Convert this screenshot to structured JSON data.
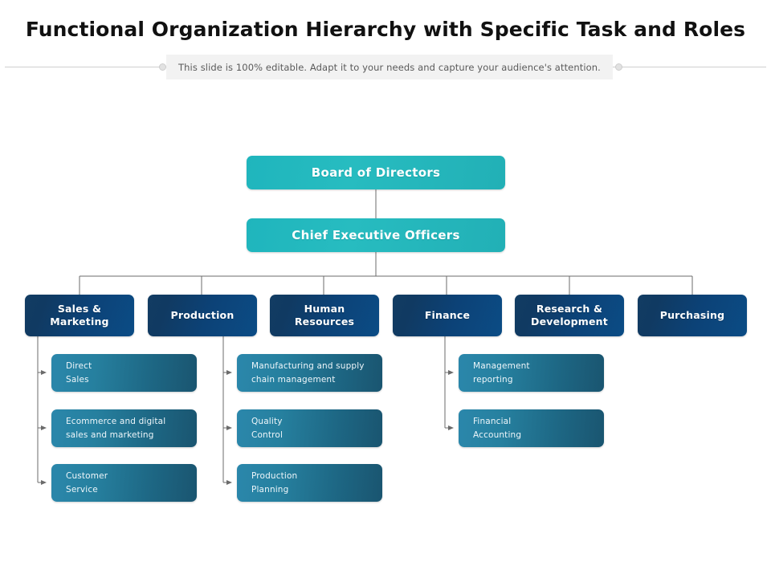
{
  "header": {
    "title": "Functional Organization Hierarchy with Specific Task and Roles",
    "subtitle": "This slide is 100% editable. Adapt it to your needs and capture  your audience's attention."
  },
  "colors": {
    "teal_top": "#22b0b6",
    "navy_department": "#0c4277",
    "blue_task": "#226f8f",
    "connector": "#6b6b6b",
    "subtitle_bar": "#f2f2f2",
    "title_text": "#111111"
  },
  "chart_data": {
    "type": "diagram",
    "diagram_kind": "organization-hierarchy",
    "levels": 3,
    "level_1": [
      {
        "id": "board",
        "label": "Board of Directors"
      }
    ],
    "level_2": [
      {
        "id": "ceo",
        "label": "Chief Executive Officers",
        "parent": "board"
      }
    ],
    "departments": [
      {
        "id": "sales-marketing",
        "label": "Sales &\nMarketing",
        "parent": "ceo"
      },
      {
        "id": "production",
        "label": "Production",
        "parent": "ceo"
      },
      {
        "id": "human-resources",
        "label": "Human\nResources",
        "parent": "ceo"
      },
      {
        "id": "finance",
        "label": "Finance",
        "parent": "ceo"
      },
      {
        "id": "research-development",
        "label": "Research &\nDevelopment",
        "parent": "ceo"
      },
      {
        "id": "purchasing",
        "label": "Purchasing",
        "parent": "ceo"
      }
    ],
    "tasks": [
      {
        "id": "direct-sales",
        "label": "Direct\nSales",
        "parent": "sales-marketing"
      },
      {
        "id": "ecommerce-digital",
        "label": "Ecommerce and digital\nsales and marketing",
        "parent": "sales-marketing"
      },
      {
        "id": "customer-service",
        "label": "Customer\nService",
        "parent": "sales-marketing"
      },
      {
        "id": "manufacturing-supply",
        "label": "Manufacturing  and supply\nchain management",
        "parent": "production"
      },
      {
        "id": "quality-control",
        "label": "Quality\nControl",
        "parent": "production"
      },
      {
        "id": "production-planning",
        "label": "Production\nPlanning",
        "parent": "production"
      },
      {
        "id": "management-reporting",
        "label": "Management\nreporting",
        "parent": "finance"
      },
      {
        "id": "financial-accounting",
        "label": "Financial\nAccounting",
        "parent": "finance"
      }
    ]
  }
}
